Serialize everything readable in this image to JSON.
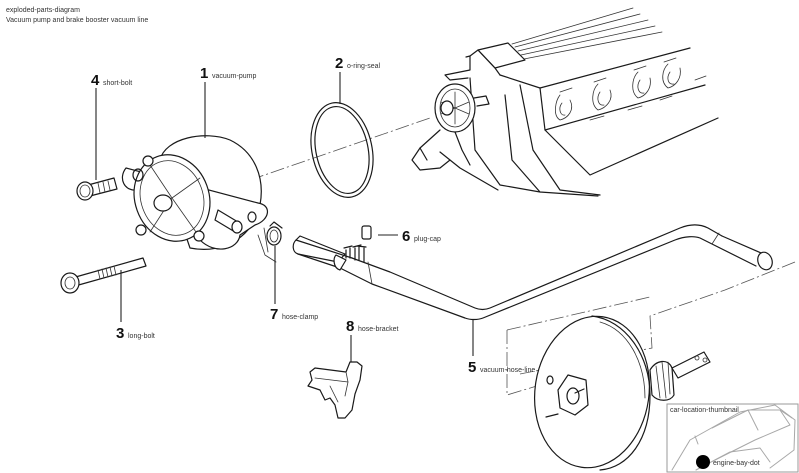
{
  "diagram": {
    "type": "exploded-parts-diagram",
    "subject": "Vacuum pump and brake booster vacuum line",
    "callouts": [
      {
        "number": "1",
        "part": "vacuum-pump"
      },
      {
        "number": "2",
        "part": "o-ring-seal"
      },
      {
        "number": "3",
        "part": "long-bolt"
      },
      {
        "number": "4",
        "part": "short-bolt"
      },
      {
        "number": "5",
        "part": "vacuum-hose-line"
      },
      {
        "number": "6",
        "part": "plug-cap"
      },
      {
        "number": "7",
        "part": "hose-clamp"
      },
      {
        "number": "8",
        "part": "hose-bracket"
      }
    ],
    "inset": {
      "subject": "car-location-thumbnail",
      "marker": "engine-bay-dot"
    }
  }
}
